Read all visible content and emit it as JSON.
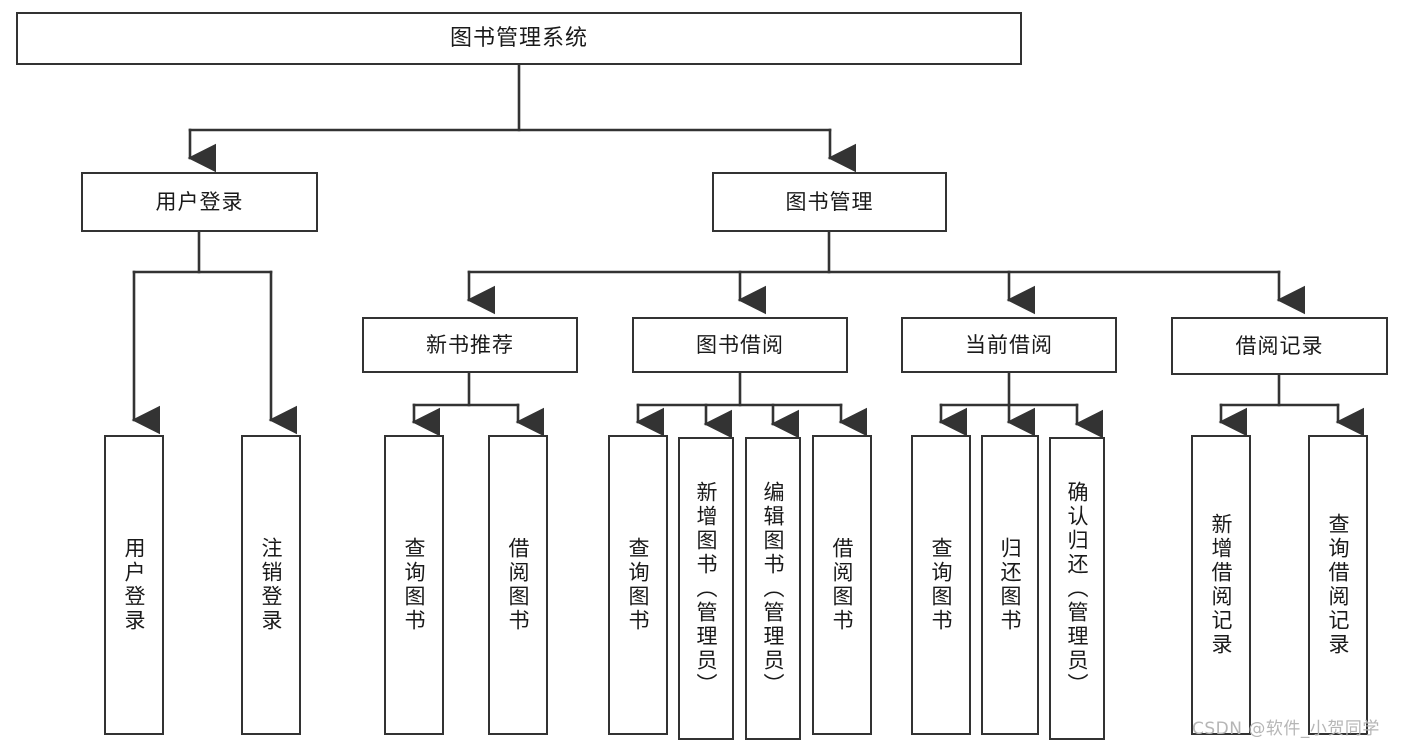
{
  "diagram": {
    "title": "图书管理系统",
    "type": "tree",
    "background_color": "#ffffff",
    "line_color": "#333333",
    "box_fill": "#ffffff",
    "text_color": "#1a1a1a",
    "nodes": {
      "root": {
        "label": "图书管理系统"
      },
      "user_login": {
        "label": "用户登录"
      },
      "book_manage": {
        "label": "图书管理"
      },
      "new_book_rec": {
        "label": "新书推荐"
      },
      "book_borrow": {
        "label": "图书借阅"
      },
      "current_borrow": {
        "label": "当前借阅"
      },
      "borrow_record": {
        "label": "借阅记录"
      },
      "leaf_user_login": {
        "label": "用户登录"
      },
      "leaf_logout": {
        "label": "注销登录"
      },
      "leaf_query_book_1": {
        "label": "查询图书"
      },
      "leaf_borrow_book_1": {
        "label": "借阅图书"
      },
      "leaf_query_book_2": {
        "label": "查询图书"
      },
      "leaf_add_book": {
        "label": "新增图书（管理员）"
      },
      "leaf_edit_book": {
        "label": "编辑图书（管理员）"
      },
      "leaf_borrow_book_2": {
        "label": "借阅图书"
      },
      "leaf_query_book_3": {
        "label": "查询图书"
      },
      "leaf_return_book": {
        "label": "归还图书"
      },
      "leaf_confirm_return": {
        "label": "确认归还（管理员）"
      },
      "leaf_add_record": {
        "label": "新增借阅记录"
      },
      "leaf_query_record": {
        "label": "查询借阅记录"
      }
    }
  },
  "watermark": {
    "text": "CSDN @软件_小贺同学",
    "color": "#b6b6b6"
  }
}
